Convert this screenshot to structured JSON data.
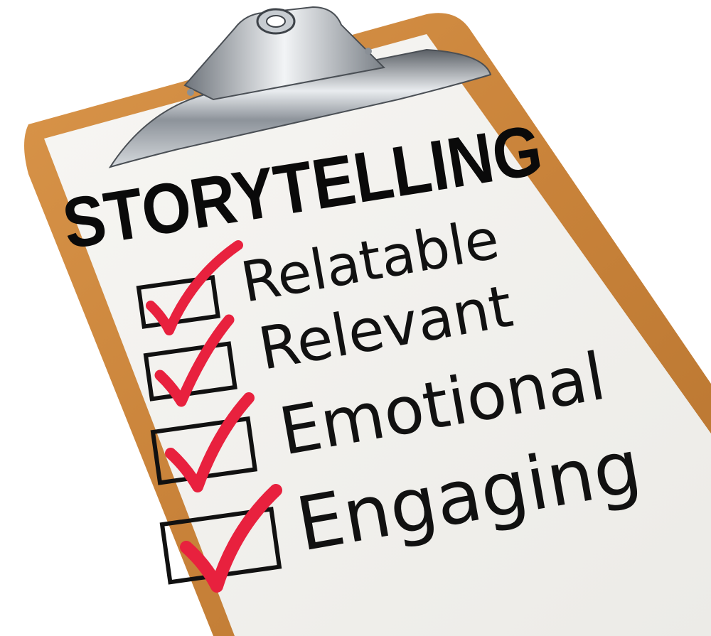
{
  "title": "STORYTELLING",
  "items": [
    {
      "label": "Relatable",
      "checked": true
    },
    {
      "label": "Relevant",
      "checked": true
    },
    {
      "label": "Emotional",
      "checked": true
    },
    {
      "label": "Engaging",
      "checked": true
    }
  ],
  "colors": {
    "board": "#c9833a",
    "paper": "#f4f2ee",
    "check": "#e8213e",
    "ink": "#111111",
    "clip": "#9aa0a6"
  },
  "icons": {
    "clip": "clipboard-clip-icon",
    "check": "red-checkmark-icon"
  }
}
